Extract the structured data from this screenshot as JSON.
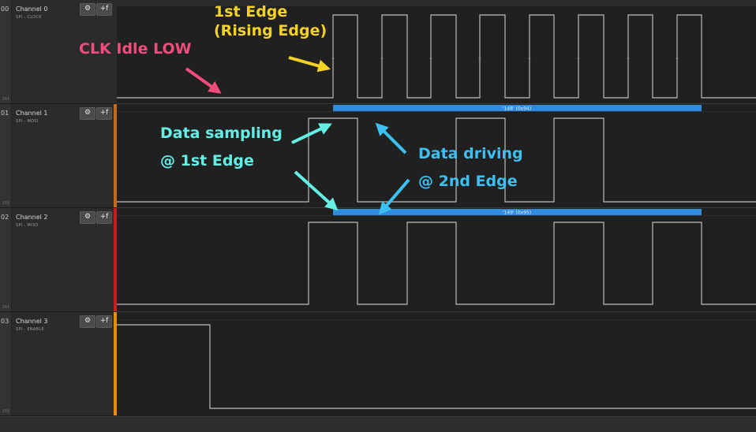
{
  "channels": [
    {
      "index": "00",
      "name": "Channel 0",
      "subtitle": "SPI - CLOCK",
      "strip_color": "#2b2b2b"
    },
    {
      "index": "01",
      "name": "Channel 1",
      "subtitle": "SPI - MOSI",
      "strip_color": "#c26a1e"
    },
    {
      "index": "02",
      "name": "Channel 2",
      "subtitle": "SPI - MISO",
      "strip_color": "#c21f1f"
    },
    {
      "index": "03",
      "name": "Channel 3",
      "subtitle": "SPI - ENABLE",
      "strip_color": "#e38a17"
    }
  ],
  "buttons": {
    "settings_glyph": "⚙",
    "add_glyph": "+f"
  },
  "decode": {
    "mosi_label": "'148' (0x94)",
    "miso_label": "'149' (0x95)",
    "color": "#2f8ce0"
  },
  "annotations": {
    "rising_edge": "1st Edge\n(Rising Edge)",
    "clk_idle": "CLK Idle LOW",
    "data_sampling": "Data sampling\n@ 1st Edge",
    "data_driving": "Data driving\n@ 2nd Edge"
  },
  "colors": {
    "annotation_yellow": "#f5d223",
    "annotation_pink": "#f04d7c",
    "annotation_cyan": "#63efe6",
    "annotation_blue": "#3cc0f2",
    "waveform": "#bdbdbd"
  }
}
